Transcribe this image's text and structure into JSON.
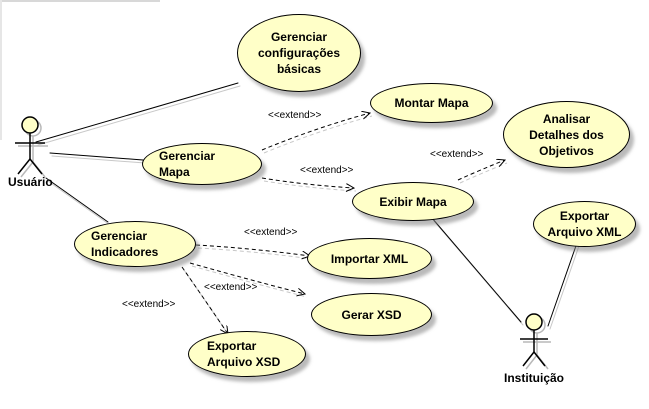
{
  "diagram": {
    "actors": [
      {
        "id": "usuario",
        "label": "Usuário"
      },
      {
        "id": "instituicao",
        "label": "Instituição"
      }
    ],
    "use_cases": [
      {
        "id": "gerenciar-config",
        "label": "Gerenciar\nconfigurações\nbásicas"
      },
      {
        "id": "montar-mapa",
        "label": "Montar Mapa"
      },
      {
        "id": "analisar-detalhes",
        "label": "Analisar\nDetalhes dos\nObjetivos"
      },
      {
        "id": "gerenciar-mapa",
        "label": "Gerenciar\nMapa"
      },
      {
        "id": "exibir-mapa",
        "label": "Exibir Mapa"
      },
      {
        "id": "exportar-xml",
        "label": "Exportar\nArquivo XML"
      },
      {
        "id": "gerenciar-indicadores",
        "label": "Gerenciar\nIndicadores"
      },
      {
        "id": "importar-xml",
        "label": "Importar XML"
      },
      {
        "id": "gerar-xsd",
        "label": "Gerar XSD"
      },
      {
        "id": "exportar-xsd",
        "label": "Exportar\nArquivo XSD"
      }
    ],
    "extend_label": "<<extend>>",
    "associations": [
      [
        "usuario",
        "gerenciar-config"
      ],
      [
        "usuario",
        "gerenciar-mapa"
      ],
      [
        "usuario",
        "gerenciar-indicadores"
      ],
      [
        "instituicao",
        "exibir-mapa"
      ],
      [
        "instituicao",
        "exportar-xml"
      ]
    ],
    "extends": [
      [
        "gerenciar-mapa",
        "montar-mapa"
      ],
      [
        "gerenciar-mapa",
        "exibir-mapa"
      ],
      [
        "exibir-mapa",
        "analisar-detalhes"
      ],
      [
        "gerenciar-indicadores",
        "importar-xml"
      ],
      [
        "gerenciar-indicadores",
        "gerar-xsd"
      ],
      [
        "gerenciar-indicadores",
        "exportar-xsd"
      ]
    ]
  }
}
